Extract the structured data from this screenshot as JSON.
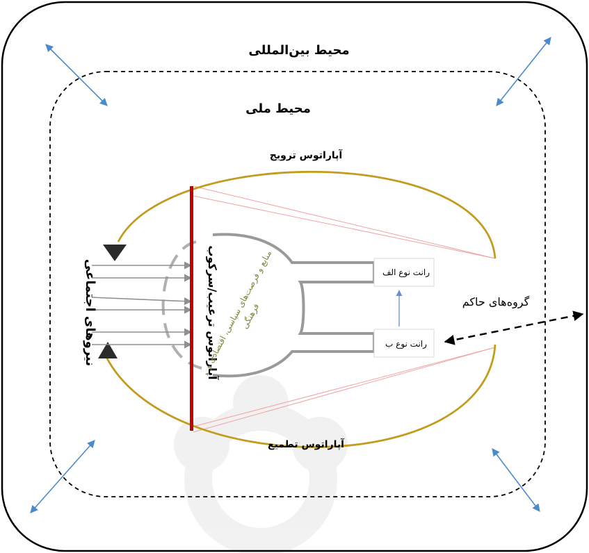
{
  "labels": {
    "international_env": "محیط بین‌المللی",
    "national_env": "محیط ملی",
    "promotion_apparatus": "آپاراتوس ترویج",
    "greed_apparatus": "آپاراتوس تطمیع",
    "ruling_groups": "گروه‌های حاکم",
    "rent_type_a": "رانت نوع الف",
    "rent_type_b": "رانت نوع ب",
    "social_forces": "نیروهای اجتماعی",
    "repression_apparatus": "آپاراتوس ترعیب/سرکوب",
    "resources": "منابع و فرصت‌های سیاسی، اقتصادی و فرهنگی"
  },
  "colors": {
    "gold_arc": "#c39b1d",
    "red_bar": "#c00000",
    "blue_arrow": "#4a8bc9",
    "gray": "#9a9a9a",
    "resources_text": "#7b8a3a",
    "pink_line": "#f2a3a3"
  }
}
